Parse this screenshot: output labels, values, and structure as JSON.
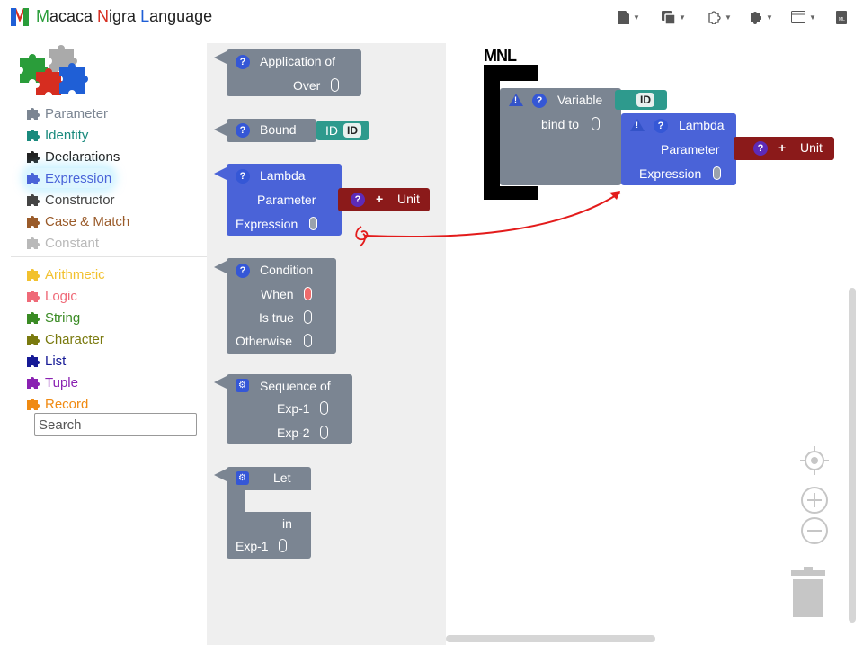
{
  "app": {
    "title_parts": [
      {
        "text": "M",
        "color": "#2a9d3a"
      },
      {
        "text": "acaca ",
        "color": "#222222"
      },
      {
        "text": "N",
        "color": "#d62d20"
      },
      {
        "text": "igra ",
        "color": "#222222"
      },
      {
        "text": "L",
        "color": "#1f5fd6"
      },
      {
        "text": "anguage",
        "color": "#222222"
      }
    ]
  },
  "toolbar": {
    "items": [
      "file-icon",
      "copy-icon",
      "component-icon",
      "puzzle-icon",
      "window-icon",
      "file-small-icon"
    ]
  },
  "sidebar": {
    "categories": [
      {
        "label": "Parameter",
        "color": "#7b8592"
      },
      {
        "label": "Identity",
        "color": "#1a8a7d"
      },
      {
        "label": "Declarations",
        "color": "#222222"
      },
      {
        "label": "Expression",
        "color": "#4a63d8"
      },
      {
        "label": "Constructor",
        "color": "#444444"
      },
      {
        "label": "Case & Match",
        "color": "#9a5b2a"
      },
      {
        "label": "Constant",
        "color": "#b9b9b9"
      },
      {
        "label": "Arithmetic",
        "color": "#f2c12e"
      },
      {
        "label": "Logic",
        "color": "#ef6a78"
      },
      {
        "label": "String",
        "color": "#3a8b24"
      },
      {
        "label": "Character",
        "color": "#7a7a0f"
      },
      {
        "label": "List",
        "color": "#161a96"
      },
      {
        "label": "Tuple",
        "color": "#8a21b2"
      },
      {
        "label": "Record",
        "color": "#f08a12"
      }
    ],
    "selected": "Expression",
    "search_placeholder": "Search"
  },
  "flyout": {
    "application": {
      "title": "Application of",
      "over": "Over"
    },
    "bound": {
      "title": "Bound",
      "id_label": "ID",
      "id_chip": "ID"
    },
    "lambda": {
      "title": "Lambda",
      "parameter": "Parameter",
      "unit_plus": "+",
      "unit": "Unit",
      "expression": "Expression"
    },
    "condition": {
      "title": "Condition",
      "when": "When",
      "is_true": "Is true",
      "otherwise": "Otherwise"
    },
    "sequence": {
      "title": "Sequence of",
      "exp1": "Exp-1",
      "exp2": "Exp-2"
    },
    "let": {
      "title": "Let",
      "in": "in",
      "exp1": "Exp-1"
    }
  },
  "workspace": {
    "mnl_label": "MNL",
    "variable": {
      "title": "Variable",
      "id_chip": "ID",
      "bind_to": "bind to"
    },
    "lambda": {
      "title": "Lambda",
      "parameter": "Parameter",
      "unit_plus": "+",
      "unit": "Unit",
      "expression": "Expression"
    }
  },
  "colors": {
    "expression_blue": "#4a63d8",
    "parameter_gray": "#7b8592",
    "identity_teal": "#2e9a8d",
    "unit_maroon": "#8b1a1a",
    "annotation_red": "#e31b1b"
  }
}
